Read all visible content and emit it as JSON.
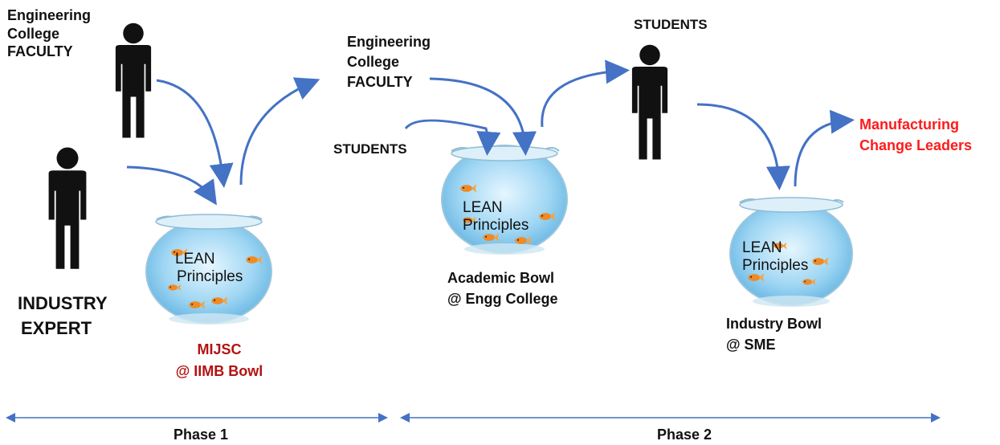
{
  "labels": {
    "faculty_top_left": [
      "Engineering",
      "College",
      "FACULTY"
    ],
    "industry_expert": [
      "INDUSTRY",
      "EXPERT"
    ],
    "mijsc_bowl": [
      "MIJSC",
      "@ IIMB Bowl"
    ],
    "faculty_mid": [
      "Engineering",
      "College",
      "FACULTY"
    ],
    "students_left": "STUDENTS",
    "students_top": "STUDENTS",
    "academic_bowl": [
      "Academic Bowl",
      "@ Engg College"
    ],
    "industry_bowl": [
      "Industry Bowl",
      "@ SME"
    ],
    "manufacturing": [
      "Manufacturing",
      "Change Leaders"
    ],
    "bowl_text": [
      "LEAN",
      "Principles"
    ],
    "phase1": "Phase 1",
    "phase2": "Phase 2"
  },
  "colors": {
    "arrow": "#4472c4",
    "red_label": "#ff1a1a",
    "darkred_label": "#b31212",
    "figure": "#111111"
  }
}
